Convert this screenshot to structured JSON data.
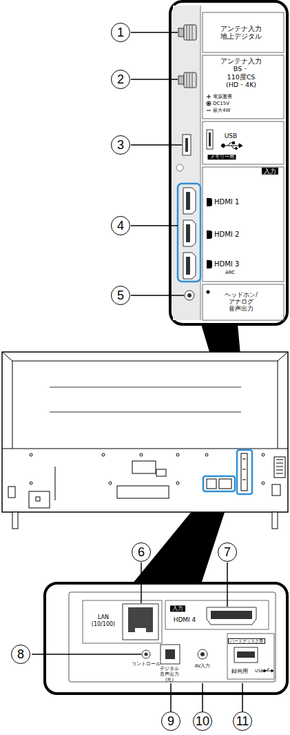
{
  "diagram": {
    "nodes": [
      {
        "text": [
          "メモリー用"
        ]
      },
      {
        "text": [
          "入力"
        ]
      },
      {
        "text": [
          "入力"
        ]
      },
      {
        "text": [
          "ハードディスク用"
        ]
      }
    ],
    "labels": [
      "1",
      "アンテナ入力 地上デジタル",
      "2",
      "アンテナ入力 BS・110度CS (HD・4K)",
      "電源重畳",
      "DC15V",
      "最大4W",
      "3",
      "USB",
      "4",
      "HDMI 1",
      "HDMI 2",
      "HDMI 3",
      "ARC",
      "5",
      "ヘッドホン/ アナログ 音声出力",
      "6",
      "7",
      "LAN (10/100)",
      "HDMI 4",
      "8",
      "コントロール",
      "デジタル 音声出力(光)",
      "AV入力",
      "録画用",
      "USB",
      "9",
      "10",
      "11"
    ]
  }
}
